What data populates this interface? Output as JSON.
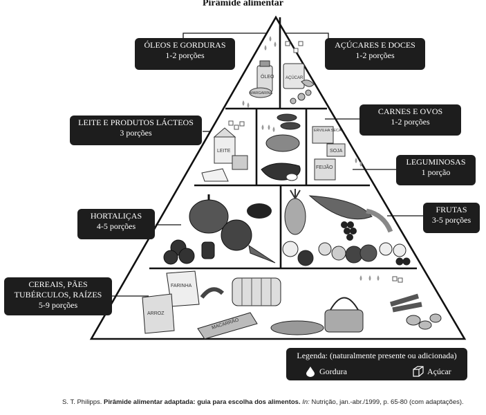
{
  "title": "Pirâmide alimentar",
  "groups": {
    "oleos": {
      "name": "ÓLEOS E GORDURAS",
      "portions": "1-2 porções"
    },
    "acucares": {
      "name": "AÇÚCARES E DOCES",
      "portions": "1-2 porções"
    },
    "leite": {
      "name": "LEITE E PRODUTOS LÁCTEOS",
      "portions": "3 porções"
    },
    "carnes": {
      "name": "CARNES E OVOS",
      "portions": "1-2 porções"
    },
    "leguminosas": {
      "name": "LEGUMINOSAS",
      "portions": "1 porção"
    },
    "hortalicas": {
      "name": "HORTALIÇAS",
      "portions": "4-5 porções"
    },
    "frutas": {
      "name": "FRUTAS",
      "portions": "3-5 porções"
    },
    "cereais": {
      "name_line1": "CEREAIS, PÃES",
      "name_line2": "TUBÉRCULOS, RAÍZES",
      "portions": "5-9 porções"
    }
  },
  "food_labels": {
    "oleo": "ÓLEO",
    "margarina": "MARGARINA",
    "acucar": "AÇÚCAR",
    "leite": "LEITE",
    "ervilha": "ERVILHA SECA",
    "soja": "SOJA",
    "feijao": "FEIJÃO",
    "farinha": "FARINHA",
    "arroz": "ARROZ",
    "macarrao": "MACARRÃO"
  },
  "legend": {
    "title": "Legenda: (naturalmente presente ou adicionada)",
    "fat": "Gordura",
    "sugar": "Açúcar"
  },
  "caption": {
    "author": "S. T. Philipps.",
    "work": "Pirâmide alimentar adaptada: guia para escolha dos alimentos.",
    "in": "In:",
    "source": "Nutrição, jan.-abr./1999, p. 65-80 (com adaptações)."
  },
  "colors": {
    "box": "#1d1d1d",
    "line": "#111111"
  }
}
